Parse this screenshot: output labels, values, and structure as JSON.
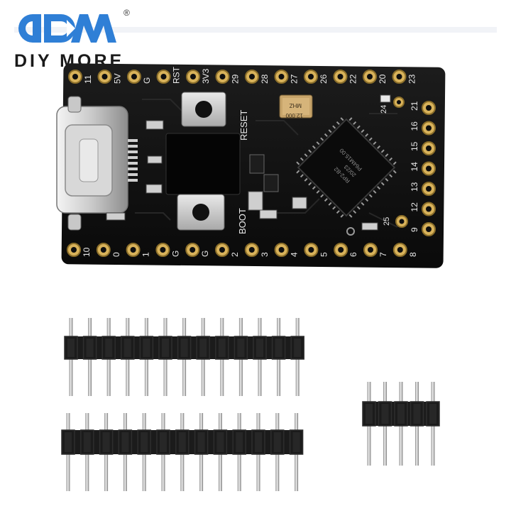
{
  "logo": {
    "brand_name": "DIY MORE",
    "registered_mark": "®",
    "mark_letters": "DM"
  },
  "board": {
    "top_pin_labels": [
      "11",
      "5V",
      "G",
      "RST",
      "3V3",
      "29",
      "28",
      "27",
      "26",
      "22",
      "20",
      "23"
    ],
    "right_pin_labels": [
      "21",
      "16",
      "15",
      "14",
      "13",
      "12",
      "9"
    ],
    "bottom_pin_labels": [
      "10",
      "0",
      "1",
      "G",
      "G",
      "2",
      "3",
      "4",
      "5",
      "6",
      "7",
      "8"
    ],
    "button_labels": [
      "RESET",
      "BOOT"
    ],
    "crystal_text": [
      "12.000",
      "MHZ"
    ],
    "chip_text": [
      "RP2-B2",
      "20/23",
      "P64M15.00"
    ],
    "extra_pads": [
      "24",
      "25"
    ]
  },
  "accessories": {
    "long_headers": 2,
    "short_headers": 1,
    "long_header_pins": 13,
    "short_header_pins": 5
  },
  "colors": {
    "logo_blue": "#2f7fd6",
    "pcb_black": "#111111",
    "gold": "#d8b25a",
    "header_black": "#1b1b1b"
  }
}
